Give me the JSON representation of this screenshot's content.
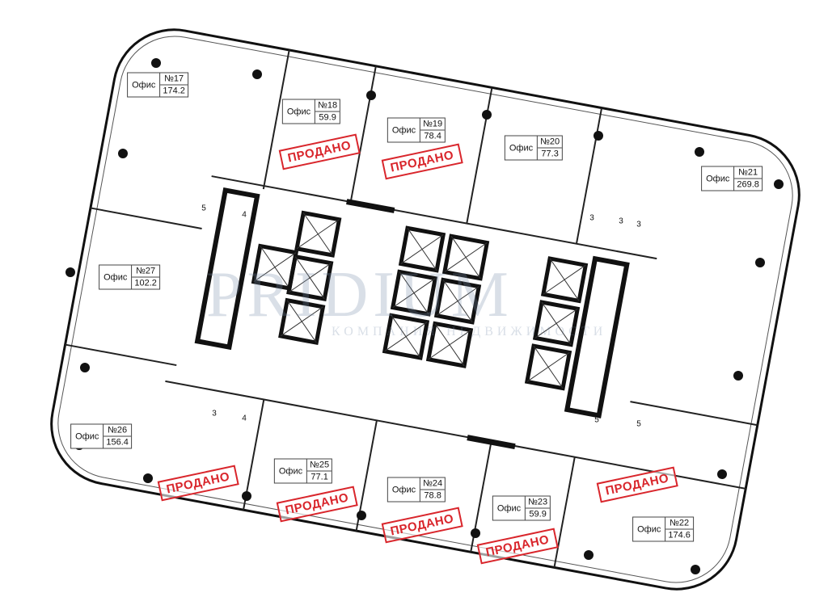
{
  "office_word": "Офис",
  "sold_label": "ПРОДАНО",
  "watermark": {
    "brand": "PRIDIUM",
    "tagline": "КОМПАНИЯ НЕДВИЖИМОСТИ"
  },
  "offices": [
    {
      "number": "№17",
      "area": "174.2",
      "sold": false
    },
    {
      "number": "№18",
      "area": "59.9",
      "sold": true
    },
    {
      "number": "№19",
      "area": "78.4",
      "sold": true
    },
    {
      "number": "№20",
      "area": "77.3",
      "sold": false
    },
    {
      "number": "№21",
      "area": "269.8",
      "sold": false
    },
    {
      "number": "№27",
      "area": "102.2",
      "sold": false
    },
    {
      "number": "№26",
      "area": "156.4",
      "sold": true
    },
    {
      "number": "№25",
      "area": "77.1",
      "sold": true
    },
    {
      "number": "№24",
      "area": "78.8",
      "sold": true
    },
    {
      "number": "№23",
      "area": "59.9",
      "sold": true
    },
    {
      "number": "№22",
      "area": "174.6",
      "sold": true
    }
  ],
  "room_numbers": [
    "5",
    "4",
    "3",
    "3",
    "3",
    "3",
    "4",
    "5",
    "5"
  ],
  "colors": {
    "wall": "#111111",
    "sold": "#d9262c",
    "watermark": "#788caa"
  }
}
